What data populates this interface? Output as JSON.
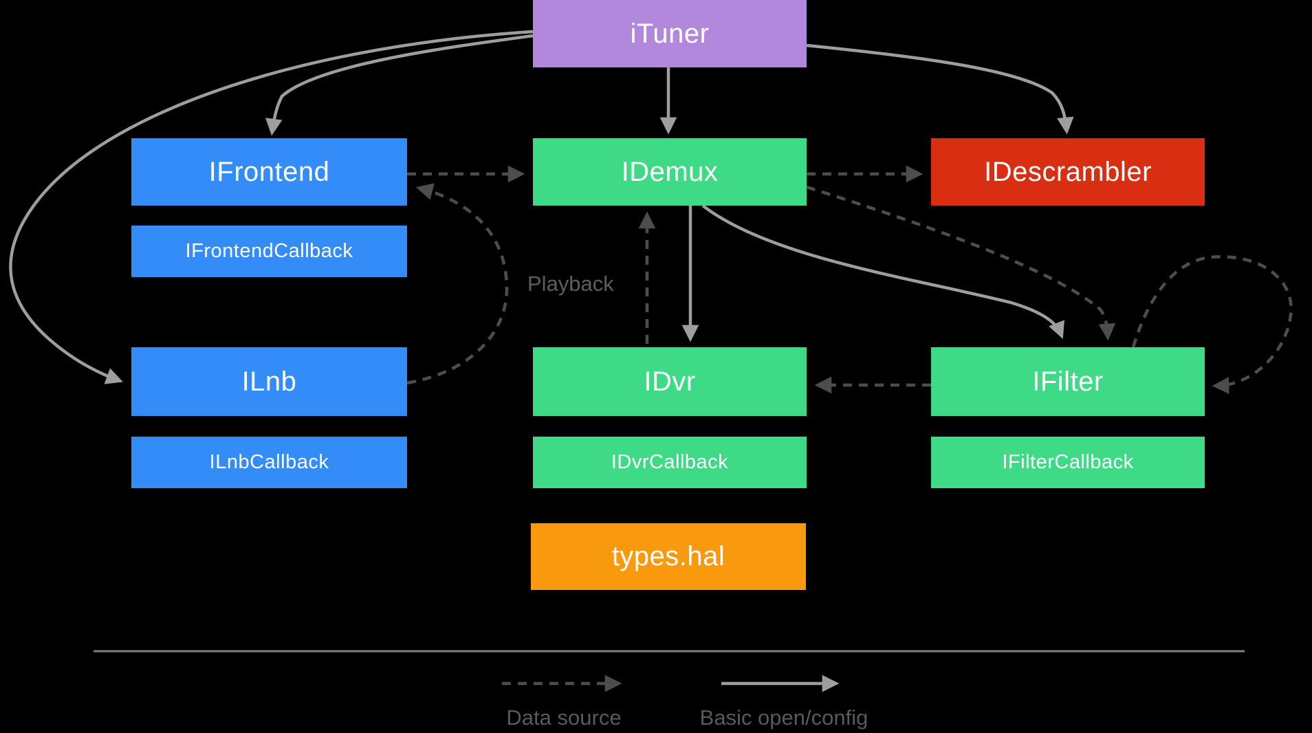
{
  "nodes": {
    "ituner": {
      "label": "iTuner",
      "color": "#B288DC"
    },
    "ifrontend": {
      "label": "IFrontend",
      "color": "#338CF7"
    },
    "ifrontend_callback": {
      "label": "IFrontendCallback",
      "color": "#338CF7"
    },
    "ilnb": {
      "label": "ILnb",
      "color": "#338CF7"
    },
    "ilnb_callback": {
      "label": "ILnbCallback",
      "color": "#338CF7"
    },
    "idemux": {
      "label": "IDemux",
      "color": "#3EDA85"
    },
    "idvr": {
      "label": "IDvr",
      "color": "#3EDA85"
    },
    "idvr_callback": {
      "label": "IDvrCallback",
      "color": "#3EDA85"
    },
    "idescrambler": {
      "label": "IDescrambler",
      "color": "#DA2E12"
    },
    "ifilter": {
      "label": "IFilter",
      "color": "#3EDA85"
    },
    "ifilter_callback": {
      "label": "IFilterCallback",
      "color": "#3EDA85"
    },
    "types_hal": {
      "label": "types.hal",
      "color": "#F9990D"
    }
  },
  "annotations": {
    "playback": "Playback"
  },
  "legend": {
    "dashed": "Data source",
    "solid": "Basic open/config"
  },
  "edges": [
    {
      "from": "iTuner",
      "to": "IFrontend",
      "type": "solid"
    },
    {
      "from": "iTuner",
      "to": "IDemux",
      "type": "solid"
    },
    {
      "from": "iTuner",
      "to": "IDescrambler",
      "type": "solid"
    },
    {
      "from": "iTuner",
      "to": "ILnb",
      "type": "solid"
    },
    {
      "from": "IDemux",
      "to": "IDvr",
      "type": "solid"
    },
    {
      "from": "IDemux",
      "to": "IFilter",
      "type": "solid"
    },
    {
      "from": "IFrontend",
      "to": "IDemux",
      "type": "dashed"
    },
    {
      "from": "ILnb",
      "to": "IFrontend",
      "type": "dashed"
    },
    {
      "from": "IDemux",
      "to": "IDescrambler",
      "type": "dashed"
    },
    {
      "from": "IDvr",
      "to": "IDemux",
      "type": "dashed",
      "label": "Playback"
    },
    {
      "from": "IDemux",
      "to": "IFilter",
      "type": "dashed"
    },
    {
      "from": "IFilter",
      "to": "IDvr",
      "type": "dashed"
    },
    {
      "from": "IFilter",
      "to": "IFilter",
      "type": "dashed"
    }
  ],
  "colors": {
    "background": "#000000",
    "node_text": "#FFFFFF",
    "solid_arrow": "#9E9E9E",
    "dashed_arrow": "#4D4D4D",
    "divider": "#7F7F7F",
    "annotation_text": "#5E5E5E"
  }
}
